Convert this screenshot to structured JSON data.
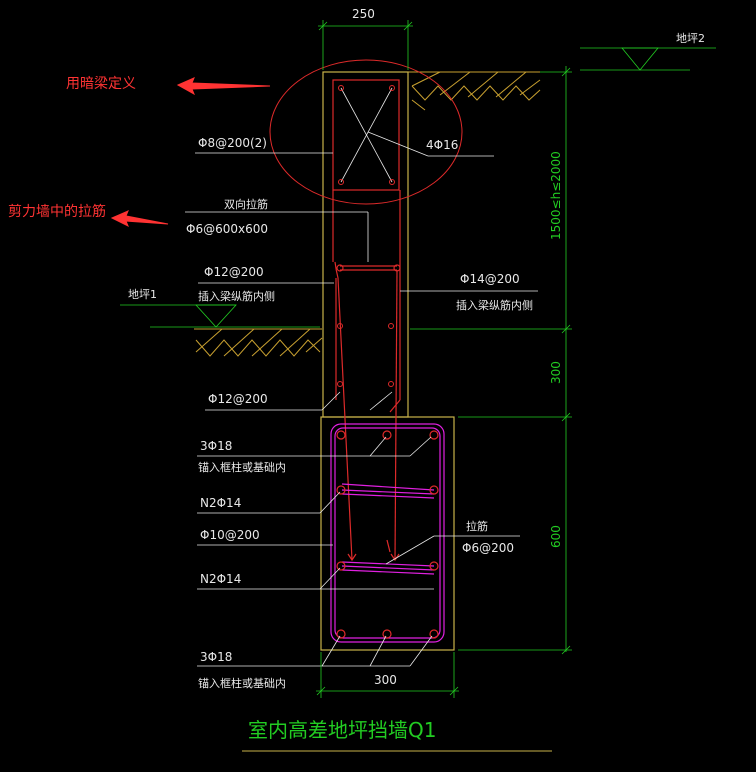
{
  "colors": {
    "background": "#000000",
    "concrete": "#c8b24a",
    "rebar": "#dd2a2a",
    "stirrup": "#e020e0",
    "leader": "#e8e8e8",
    "dimension": "#22cc22",
    "annotation": "#ff3333",
    "hatch": "#c8a030"
  },
  "annotations": {
    "hidden_beam": "用暗梁定义",
    "tie_bar_in_wall": "剪力墙中的拉筋"
  },
  "levels": {
    "floor2": "地坪2",
    "floor1": "地坪1"
  },
  "dimensions": {
    "top_width": "250",
    "bottom_width": "300",
    "upper_height": "1500≤h≤2000",
    "mid_height": "300",
    "lower_height": "600"
  },
  "labels": {
    "beam_stirrup": "Φ8@200(2)",
    "beam_bars": "4Φ16",
    "double_tie_title": "双向拉筋",
    "double_tie_spec": "Φ6@600x600",
    "left_vertical": "Φ12@200",
    "left_vertical_note": "插入梁纵筋内侧",
    "right_vertical": "Φ14@200",
    "right_vertical_note": "插入梁纵筋内侧",
    "left_vertical_lower": "Φ12@200",
    "top_bars": "3Φ18",
    "top_bars_note": "锚入框柱或基础内",
    "waist_bars_1": "N2Φ14",
    "base_stirrup": "Φ10@200",
    "waist_bars_2": "N2Φ14",
    "bottom_bars": "3Φ18",
    "bottom_bars_note": "锚入框柱或基础内",
    "tie_title": "拉筋",
    "tie_spec": "Φ6@200"
  },
  "title": "室内高差地坪挡墙Q1"
}
